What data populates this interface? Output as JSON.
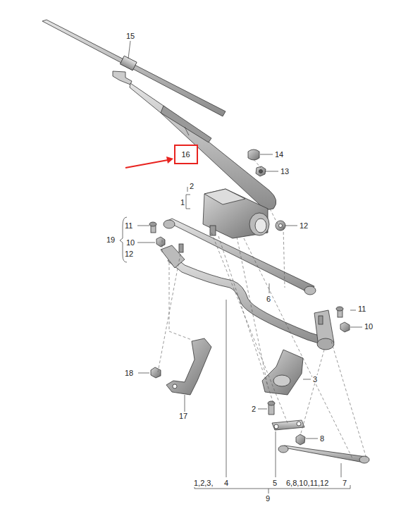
{
  "diagram": {
    "nodes": [
      {
        "text": [
          "16"
        ]
      }
    ],
    "labels": [
      "15",
      "14",
      "13",
      "1",
      "2",
      "11",
      "12",
      "19",
      "10",
      "12",
      "6",
      "11",
      "10",
      "3",
      "18",
      "17",
      "2",
      "8",
      "1,2,3,",
      "4",
      "5",
      "6,8,10,11,12",
      "7",
      "9"
    ]
  }
}
